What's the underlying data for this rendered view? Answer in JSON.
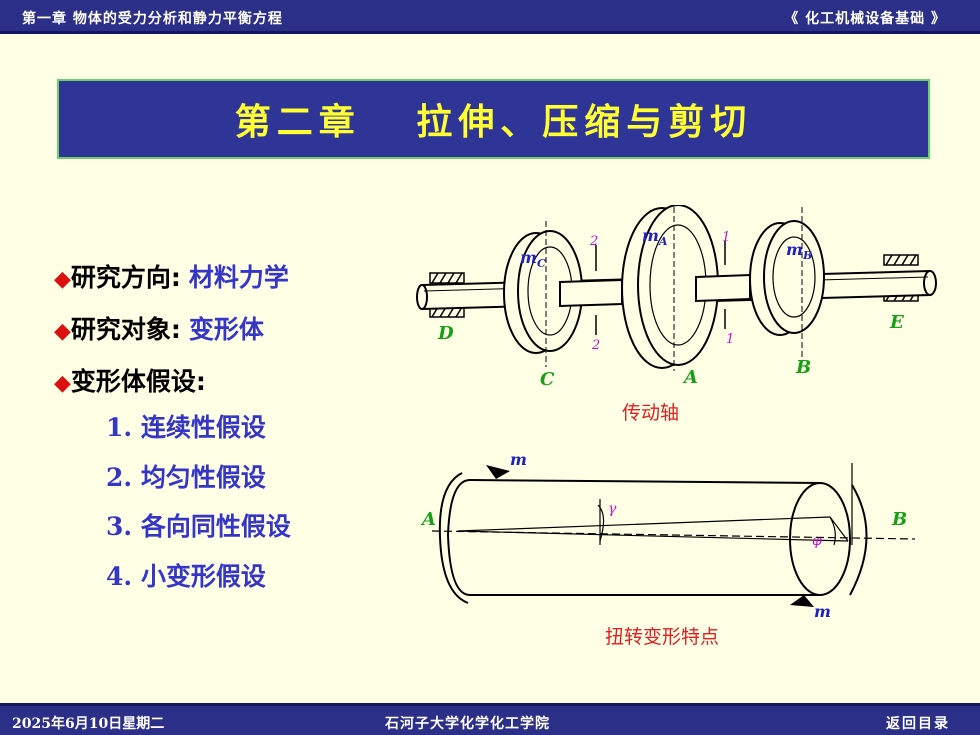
{
  "header": {
    "chapter": "第一章  物体的受力分析和静力平衡方程",
    "course": "《 化工机械设备基础 》"
  },
  "title": "第二章   拉伸、压缩与剪切",
  "bullets": [
    {
      "label": "研究方向:",
      "value": "材料力学"
    },
    {
      "label": "研究对象:",
      "value": "变形体"
    },
    {
      "label": "变形体假设:",
      "value": ""
    }
  ],
  "assumptions": [
    {
      "num": "1.",
      "text": "连续性假设"
    },
    {
      "num": "2.",
      "text": "均匀性假设"
    },
    {
      "num": "3.",
      "text": "各向同性假设"
    },
    {
      "num": "4.",
      "text": "小变形假设"
    }
  ],
  "figure_shaft": {
    "caption": "传动轴",
    "labels": {
      "D": "D",
      "E": "E",
      "C": "C",
      "A": "A",
      "B": "B",
      "mC": "m",
      "mC_sub": "C",
      "mA": "m",
      "mA_sub": "A",
      "mB": "m",
      "mB_sub": "B",
      "s2top": "2",
      "s2bot": "2",
      "s1top": "1",
      "s1bot": "1"
    }
  },
  "figure_torsion": {
    "caption": "扭转变形特点",
    "labels": {
      "A": "A",
      "B": "B",
      "m_top": "m",
      "m_bot": "m",
      "gamma": "γ",
      "phi": "φ"
    }
  },
  "footer": {
    "date": "2025年6月10日星期二",
    "school": "石河子大学化学化工学院",
    "back": "返回目录"
  },
  "colors": {
    "bar": "#2b2f88",
    "title_text": "#ffff33",
    "accent_blue": "#3535c8",
    "diamond": "#dd1010",
    "caption": "#e02020",
    "background": "#ffffe6"
  }
}
